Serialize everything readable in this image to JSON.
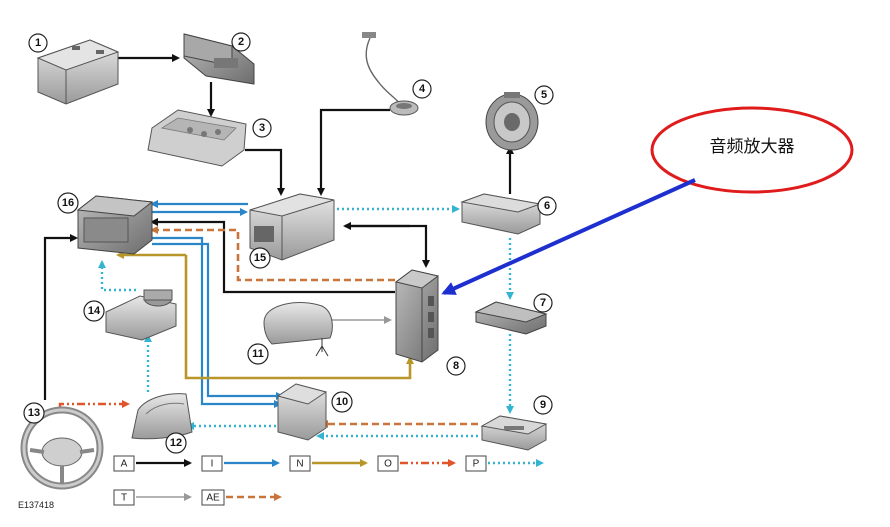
{
  "callout": {
    "text": "音频放大器",
    "ellipse_color": "#e01b1b",
    "arrow_color": "#1e2fd0"
  },
  "reference_code": "E137418",
  "components": [
    {
      "id": "c1",
      "number": "1"
    },
    {
      "id": "c2",
      "number": "2"
    },
    {
      "id": "c3",
      "number": "3"
    },
    {
      "id": "c4",
      "number": "4"
    },
    {
      "id": "c5",
      "number": "5"
    },
    {
      "id": "c6",
      "number": "6"
    },
    {
      "id": "c7",
      "number": "7"
    },
    {
      "id": "c8",
      "number": "8"
    },
    {
      "id": "c9",
      "number": "9"
    },
    {
      "id": "c10",
      "number": "10"
    },
    {
      "id": "c11",
      "number": "11"
    },
    {
      "id": "c12",
      "number": "12"
    },
    {
      "id": "c13",
      "number": "13"
    },
    {
      "id": "c14",
      "number": "14"
    },
    {
      "id": "c15",
      "number": "15"
    },
    {
      "id": "c16",
      "number": "16"
    }
  ],
  "legend": [
    {
      "code": "A",
      "color": "#111111",
      "style": "solid"
    },
    {
      "code": "I",
      "color": "#2a86c8",
      "style": "solid"
    },
    {
      "code": "N",
      "color": "#b8962a",
      "style": "solid"
    },
    {
      "code": "O",
      "color": "#e0552a",
      "style": "dash-dot-dot"
    },
    {
      "code": "P",
      "color": "#34b4d0",
      "style": "dotted"
    },
    {
      "code": "T",
      "color": "#b0b0b0",
      "style": "solid"
    },
    {
      "code": "AE",
      "color": "#c8743a",
      "style": "dashed"
    }
  ]
}
